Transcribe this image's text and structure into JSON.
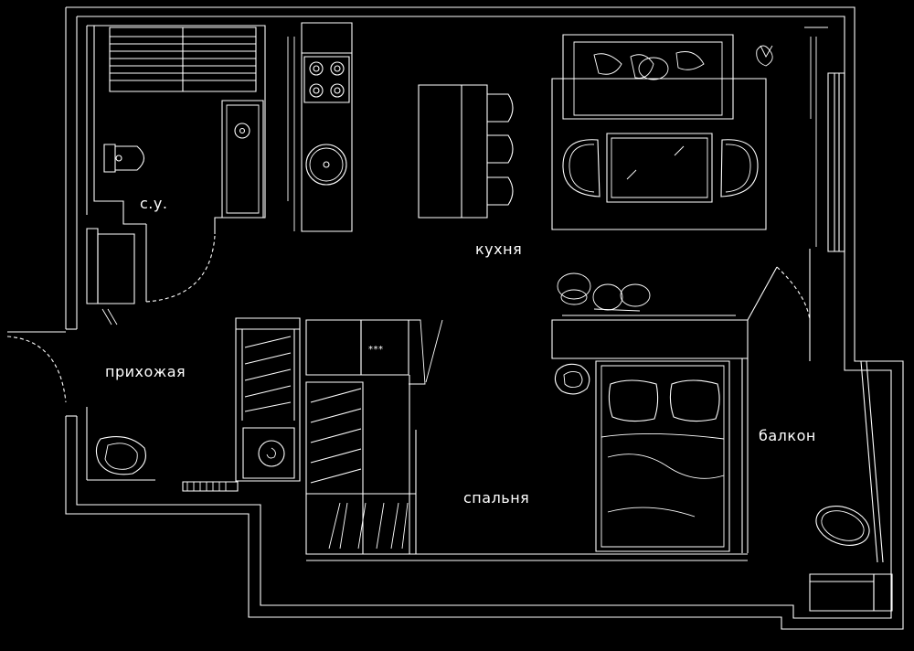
{
  "rooms": {
    "bathroom": "с.у.",
    "kitchen": "кухня",
    "hallway": "прихожая",
    "bedroom": "спальня",
    "balcony": "балкон"
  },
  "colors": {
    "background": "#000000",
    "lines": "#ffffff"
  }
}
